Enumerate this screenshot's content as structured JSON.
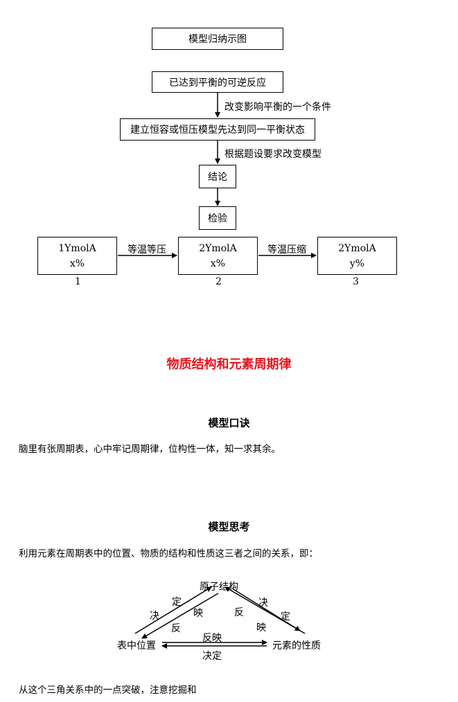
{
  "flowchart": {
    "title": "模型归纳示图",
    "step1": "已达到平衡的可逆反应",
    "label1": "改变影响平衡的一个条件",
    "step2": "建立恒容或恒压模型先达到同一平衡状态",
    "label2": "根据题设要求改变模型",
    "step3": "结论",
    "step4": "检验"
  },
  "model_row": {
    "boxes": [
      {
        "line1": "1YmolA",
        "line2": "x%",
        "number": "1"
      },
      {
        "line1": "2YmolA",
        "line2": "x%",
        "number": "2"
      },
      {
        "line1": "2YmolA",
        "line2": "y%",
        "number": "3"
      }
    ],
    "arrow_labels": [
      "等温等压",
      "等温压缩"
    ]
  },
  "section": {
    "title": "物质结构和元素周期律",
    "title_color": "#e8141c",
    "koujue_heading": "模型口诀",
    "koujue_text": "脑里有张周期表，心中牢记周期律，位构性一体，知一求其余。",
    "sikao_heading": "模型思考",
    "sikao_text": "利用元素在周期表中的位置、物质的结构和性质这三者之间的关系，即："
  },
  "triangle": {
    "top": "原子结构",
    "left": "表中位置",
    "right": "元素的性质",
    "left_outer": [
      "决",
      "定"
    ],
    "left_inner": [
      "反",
      "映"
    ],
    "right_outer": [
      "决",
      "定"
    ],
    "right_inner": [
      "反",
      "映"
    ],
    "bottom_top": "反映",
    "bottom_bottom": "决定"
  },
  "footer_text": "从这个三角关系中的一点突破，注意挖掘和"
}
